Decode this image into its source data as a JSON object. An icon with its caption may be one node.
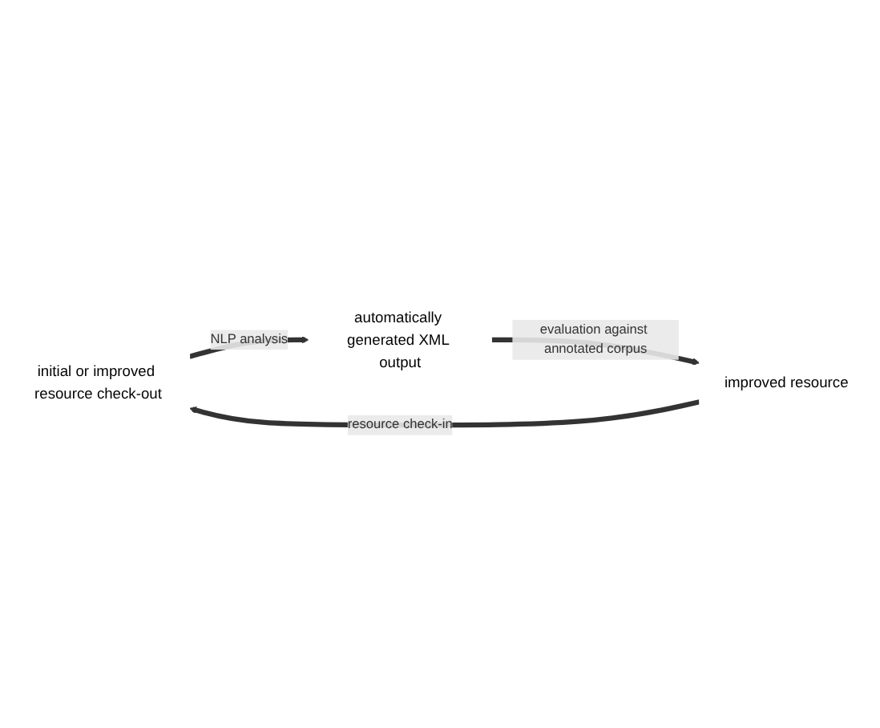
{
  "diagram": {
    "nodes": [
      {
        "text": [
          "initial or improved resource check-out"
        ]
      },
      {
        "text": [
          "automatically generated XML output"
        ]
      },
      {
        "text": [
          "improved resource"
        ]
      }
    ],
    "edges": [
      {
        "from": 0,
        "to": 1,
        "arrow": "to",
        "label": "NLP analysis"
      },
      {
        "from": 1,
        "to": 2,
        "arrow": "to",
        "label": "evaluation against annotated corpus"
      },
      {
        "from": 2,
        "to": 0,
        "arrow": "to",
        "label": "resource check-in"
      }
    ]
  }
}
